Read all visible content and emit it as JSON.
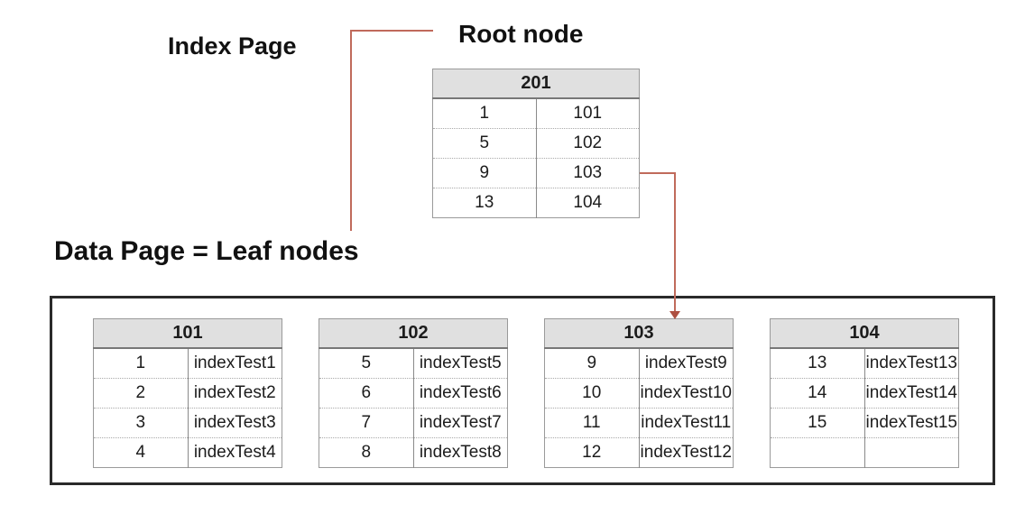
{
  "labels": {
    "index_page": "Index Page",
    "root_node": "Root node",
    "data_page": "Data Page = Leaf nodes"
  },
  "colors": {
    "connector_line": "#c06a5b",
    "arrowhead": "#ad4f41",
    "table_header_bg": "#e0e0e0",
    "table_border": "#9a9a9a",
    "outer_box_border": "#2a2a2a",
    "text": "#1c1c1c"
  },
  "root_table": {
    "header": "201",
    "rows": [
      [
        "1",
        "101"
      ],
      [
        "5",
        "102"
      ],
      [
        "9",
        "103"
      ],
      [
        "13",
        "104"
      ]
    ]
  },
  "leaf_tables": [
    {
      "header": "101",
      "rows": [
        [
          "1",
          "indexTest1"
        ],
        [
          "2",
          "indexTest2"
        ],
        [
          "3",
          "indexTest3"
        ],
        [
          "4",
          "indexTest4"
        ]
      ]
    },
    {
      "header": "102",
      "rows": [
        [
          "5",
          "indexTest5"
        ],
        [
          "6",
          "indexTest6"
        ],
        [
          "7",
          "indexTest7"
        ],
        [
          "8",
          "indexTest8"
        ]
      ]
    },
    {
      "header": "103",
      "rows": [
        [
          "9",
          "indexTest9"
        ],
        [
          "10",
          "indexTest10"
        ],
        [
          "11",
          "indexTest11"
        ],
        [
          "12",
          "indexTest12"
        ]
      ]
    },
    {
      "header": "104",
      "rows": [
        [
          "13",
          "indexTest13"
        ],
        [
          "14",
          "indexTest14"
        ],
        [
          "15",
          "indexTest15"
        ],
        [
          "",
          ""
        ]
      ]
    }
  ]
}
